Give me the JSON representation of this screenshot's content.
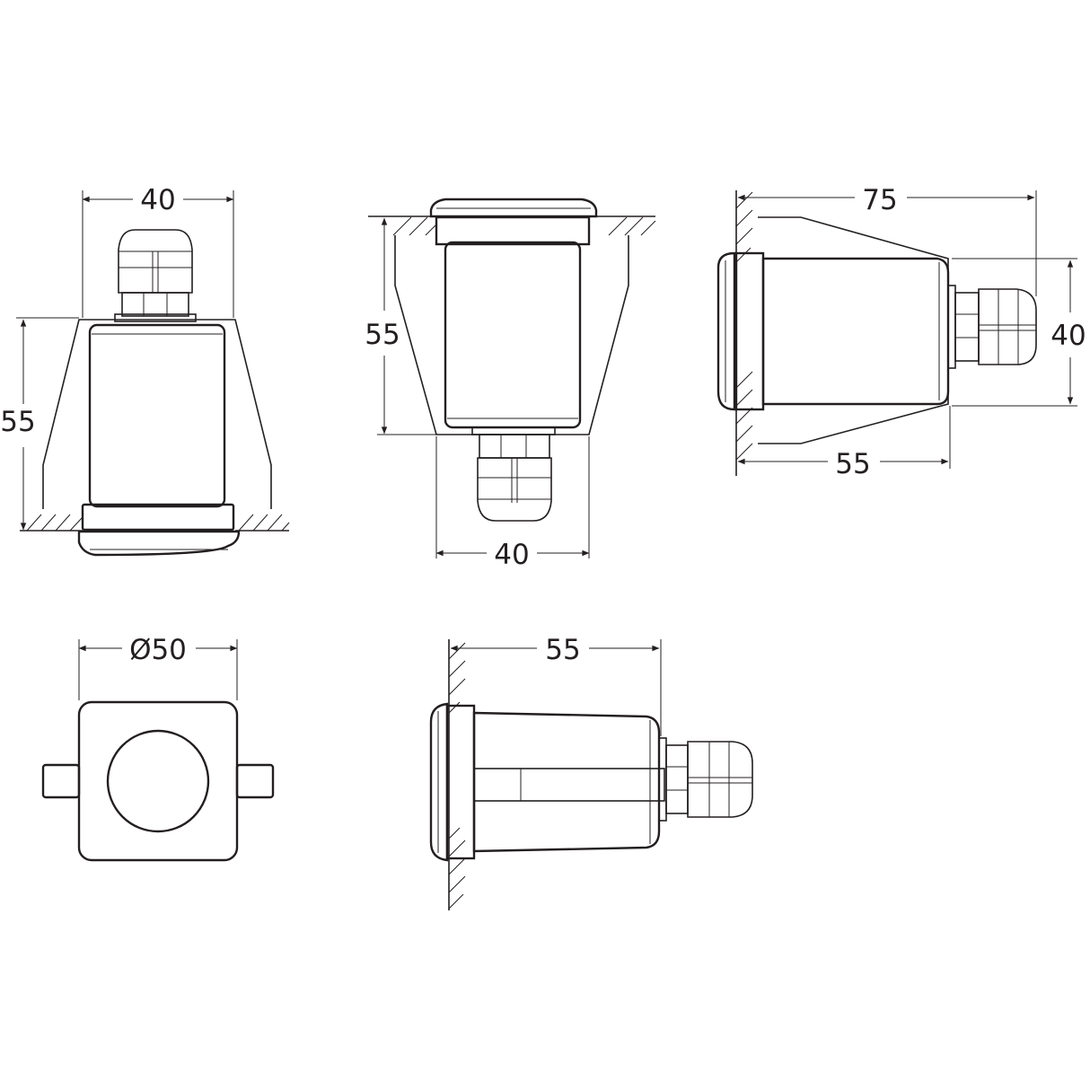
{
  "dimensions": {
    "view1_width": "40",
    "view1_height": "55",
    "view2_height": "55",
    "view2_width": "40",
    "view3_length": "75",
    "view3_height": "40",
    "view3_depth": "55",
    "view4_diameter": "Ø50",
    "view5_length": "55"
  },
  "colors": {
    "line": "#231f20",
    "background": "#ffffff"
  }
}
